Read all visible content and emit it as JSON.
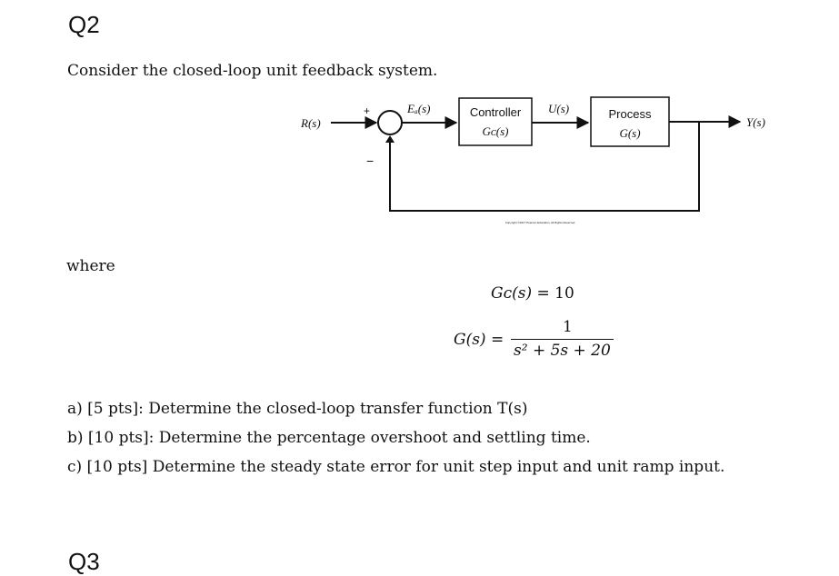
{
  "question": {
    "title": "Q2",
    "intro": "Consider the closed-loop unit feedback system.",
    "where": "where"
  },
  "diagram": {
    "input_label": "R(s)",
    "plus_sign": "+",
    "minus_sign": "−",
    "error_label": "Eₐ(s)",
    "controller": {
      "title": "Controller",
      "func": "Gᴄ(s)"
    },
    "controller_output": "U(s)",
    "process": {
      "title": "Process",
      "func": "G(s)"
    },
    "output_label": "Y(s)",
    "copyright": "Copyright ©2017 Pearson Education, All Rights Reserved"
  },
  "equations": {
    "gc_lhs": "Gᴄ(s) = ",
    "gc_rhs": "10",
    "g_lhs": "G(s) =",
    "g_numerator": "1",
    "g_denominator": "s² + 5s + 20"
  },
  "parts": [
    {
      "text": "a) [5 pts]: Determine the closed-loop transfer function T(s)"
    },
    {
      "text": "b) [10 pts]: Determine the percentage overshoot and settling time."
    },
    {
      "text": "c) [10 pts] Determine the steady state error for unit step input and unit ramp input."
    }
  ],
  "next_question_partial": "Q3"
}
